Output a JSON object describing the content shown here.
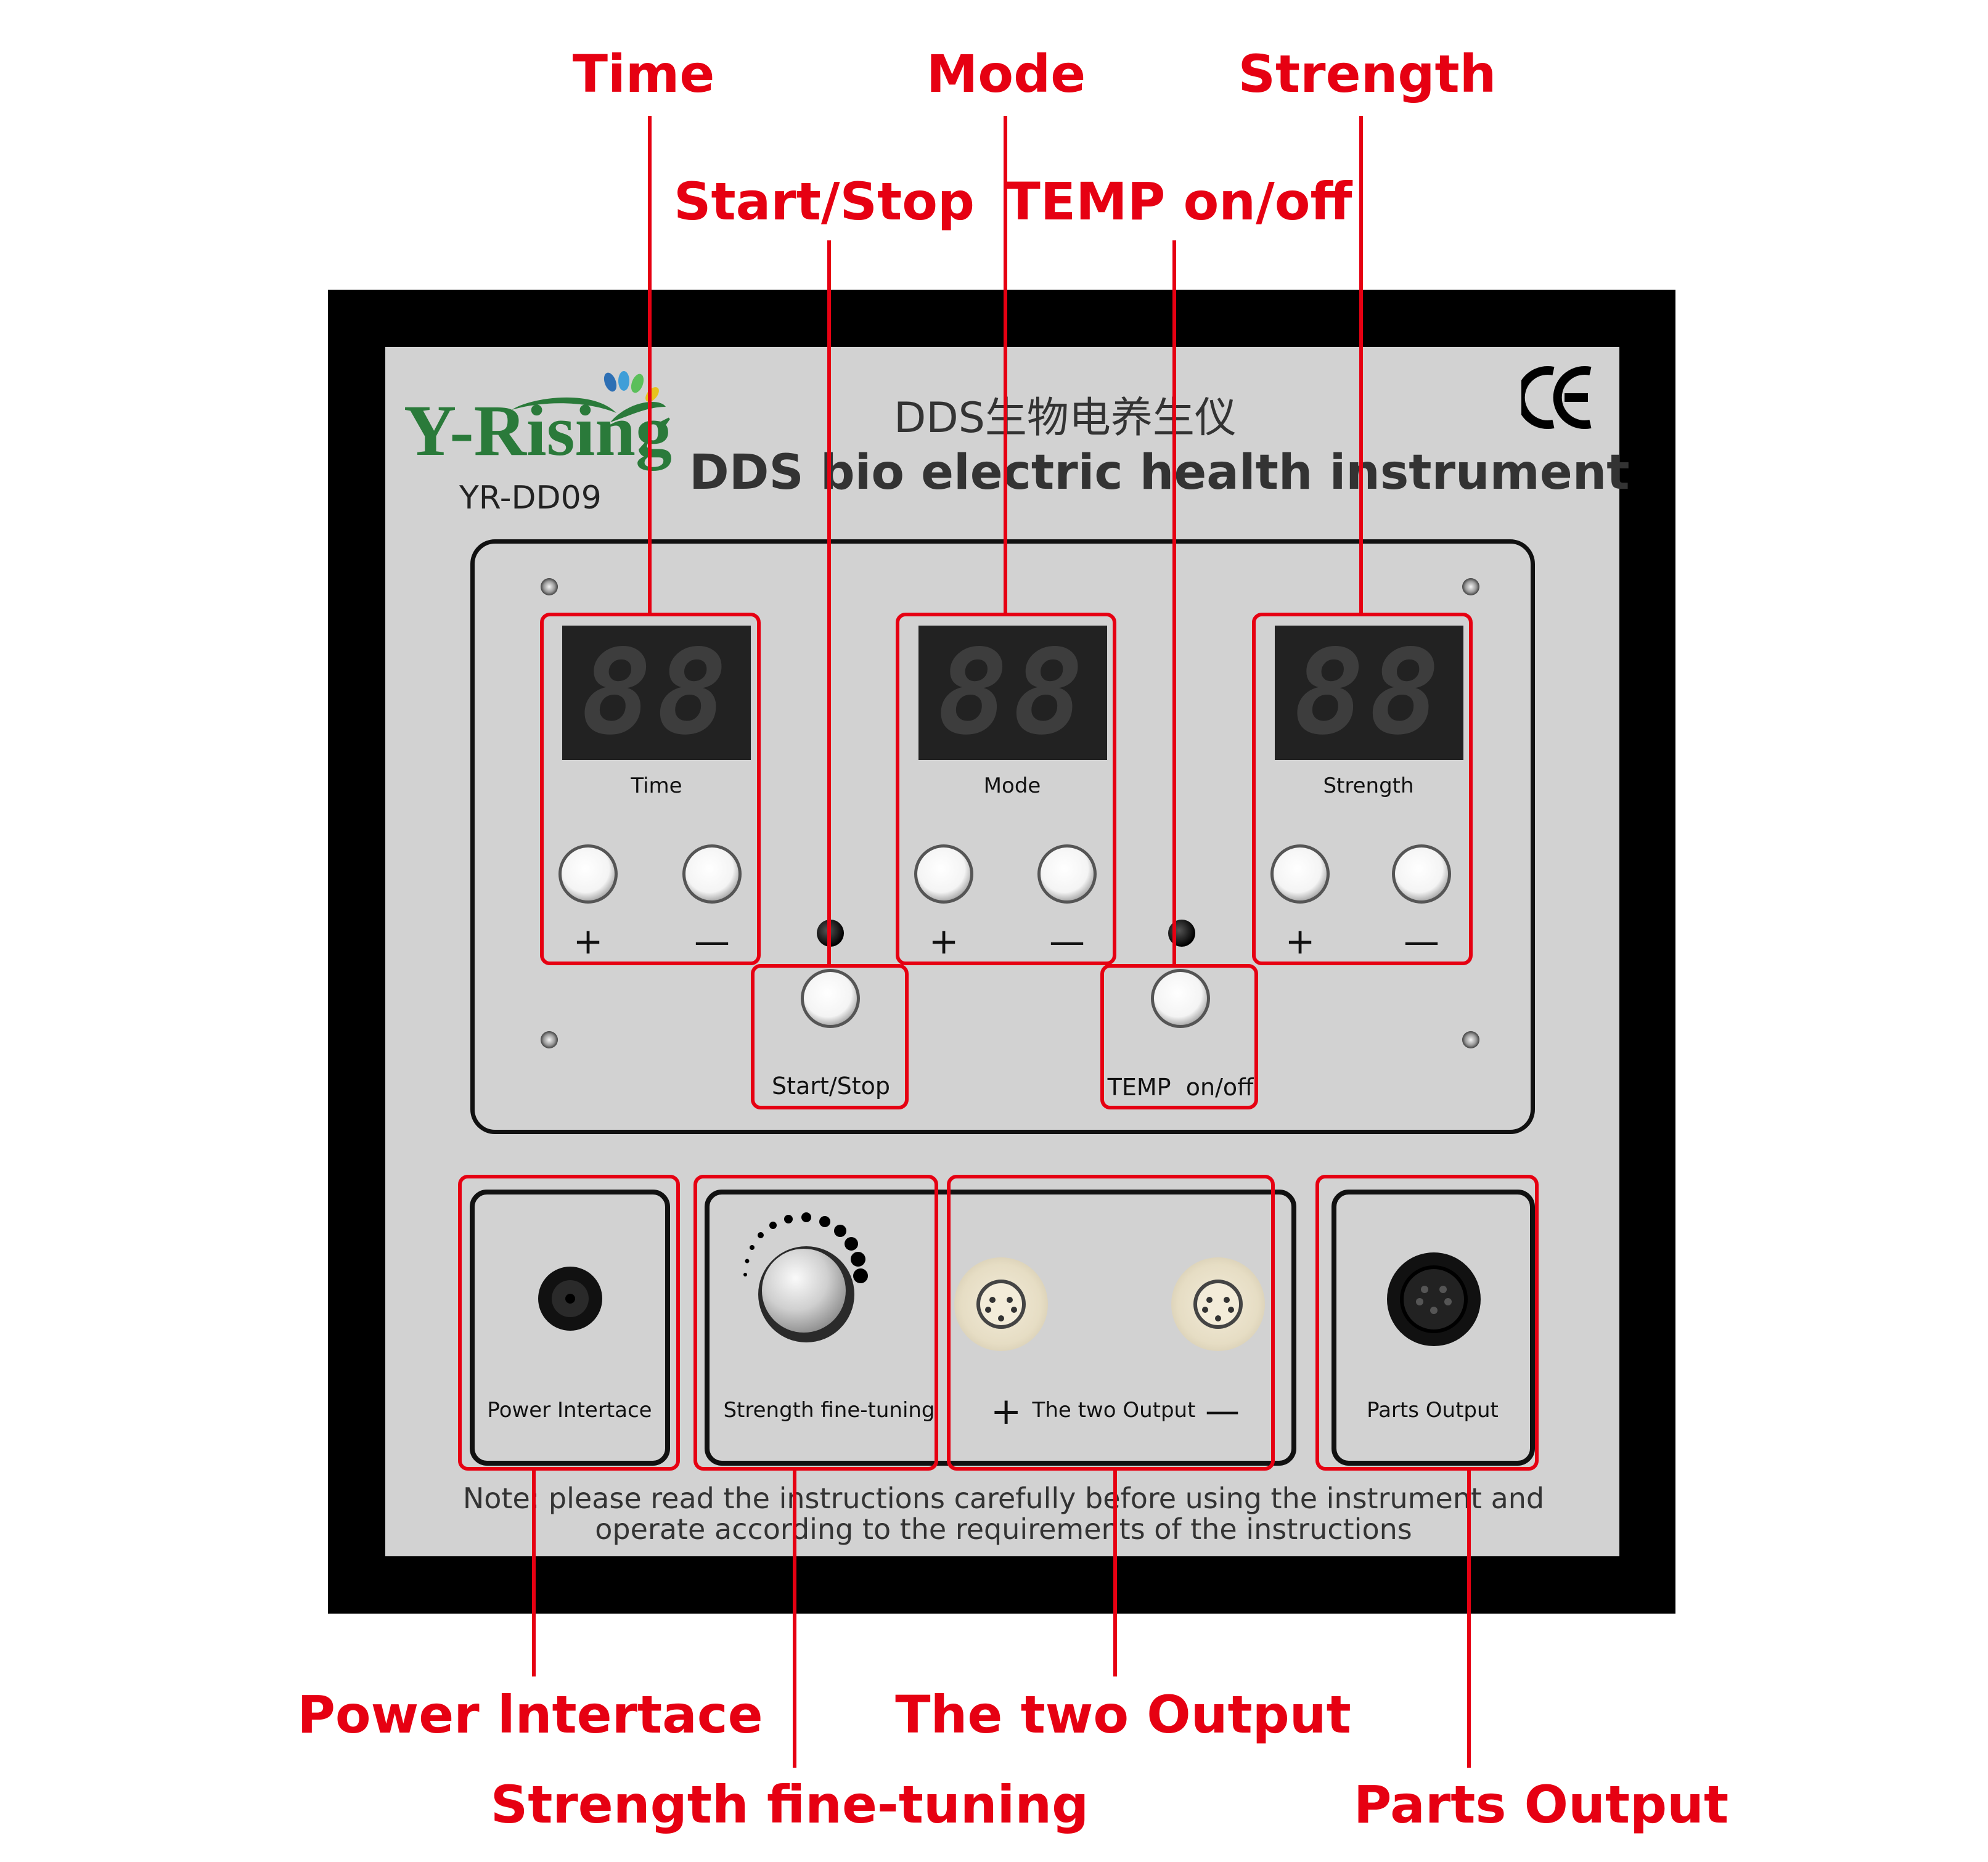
{
  "callouts": {
    "time": "Time",
    "mode": "Mode",
    "strength": "Strength",
    "start_stop": "Start/Stop",
    "temp": "TEMP on/off",
    "power": "Power lntertace",
    "fine_tuning": "Strength fine-tuning",
    "two_output": "The two Output",
    "parts_output": "Parts Output"
  },
  "device": {
    "brand": "Y-Rising",
    "model": "YR-DD09",
    "title_cn": "DDS生物电养生仪",
    "title_en": "DDS bio electric health instrument",
    "ce_mark": "CE",
    "displays": [
      {
        "label": "Time",
        "reading": "88"
      },
      {
        "label": "Mode",
        "reading": "88"
      },
      {
        "label": "Strength",
        "reading": "88"
      }
    ],
    "plus": "+",
    "minus": "—",
    "start_stop_label": "Start/Stop",
    "temp_label": "TEMP  on/off",
    "power_label": "Power Intertace",
    "fine_tuning_label": "Strength fine-tuning",
    "two_output_label": "The two Output",
    "parts_output_label": "Parts Output",
    "note_line1": "Note: please read the instructions carefully before using the instrument and",
    "note_line2": "operate according to the requirements of the instructions"
  },
  "colors": {
    "annotation": "#e60012",
    "frame": "#000000",
    "panel": "#d2d2d2",
    "brand_green": "#2a7a3a"
  },
  "icons": [
    "leaf-logo-icon",
    "ce-mark-icon",
    "power-jack-icon",
    "knob-icon",
    "din-socket-icon"
  ]
}
